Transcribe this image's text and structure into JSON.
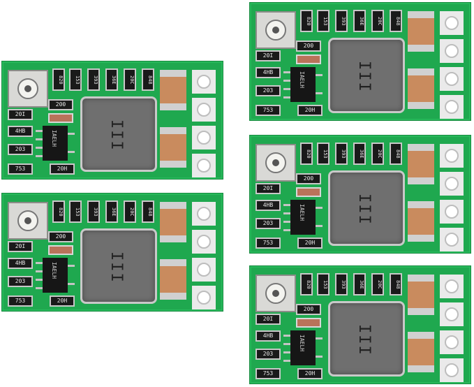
{
  "boards": [
    {
      "id": "board-1",
      "smd_top": [
        "820",
        "153",
        "393",
        "36E",
        "20C",
        "848"
      ],
      "smd_side": [
        "20I",
        "4HB",
        "203",
        "753"
      ],
      "smd_mid": "200",
      "ic_label": "IAELH",
      "smd_bottom": "20H",
      "inductor_mark": "III"
    },
    {
      "id": "board-2",
      "smd_top": [
        "820",
        "153",
        "393",
        "36E",
        "20C",
        "848"
      ],
      "smd_side": [
        "20I",
        "4HB",
        "203",
        "753"
      ],
      "smd_mid": "200",
      "ic_label": "IAELH",
      "smd_bottom": "20H",
      "inductor_mark": "III"
    },
    {
      "id": "board-3",
      "smd_top": [
        "820",
        "153",
        "393",
        "36E",
        "20C",
        "848"
      ],
      "smd_side": [
        "20I",
        "4HB",
        "203",
        "753"
      ],
      "smd_mid": "200",
      "ic_label": "IAELH",
      "smd_bottom": "20H",
      "inductor_mark": "III"
    },
    {
      "id": "board-4",
      "smd_top": [
        "820",
        "153",
        "393",
        "36E",
        "20C",
        "848"
      ],
      "smd_side": [
        "20I",
        "4HB",
        "203",
        "753"
      ],
      "smd_mid": "200",
      "ic_label": "IAELH",
      "smd_bottom": "20H",
      "inductor_mark": "III"
    },
    {
      "id": "board-5",
      "smd_top": [
        "820",
        "153",
        "393",
        "36E",
        "20C",
        "848"
      ],
      "smd_side": [
        "20I",
        "4HB",
        "203",
        "753"
      ],
      "smd_mid": "200",
      "ic_label": "IAELH",
      "smd_bottom": "20H",
      "inductor_mark": "III"
    }
  ],
  "colors": {
    "pcb": "#1fa84f",
    "inductor": "#6f6f6f",
    "capacitor": "#c98b5e",
    "pad": "#eaeaea"
  }
}
